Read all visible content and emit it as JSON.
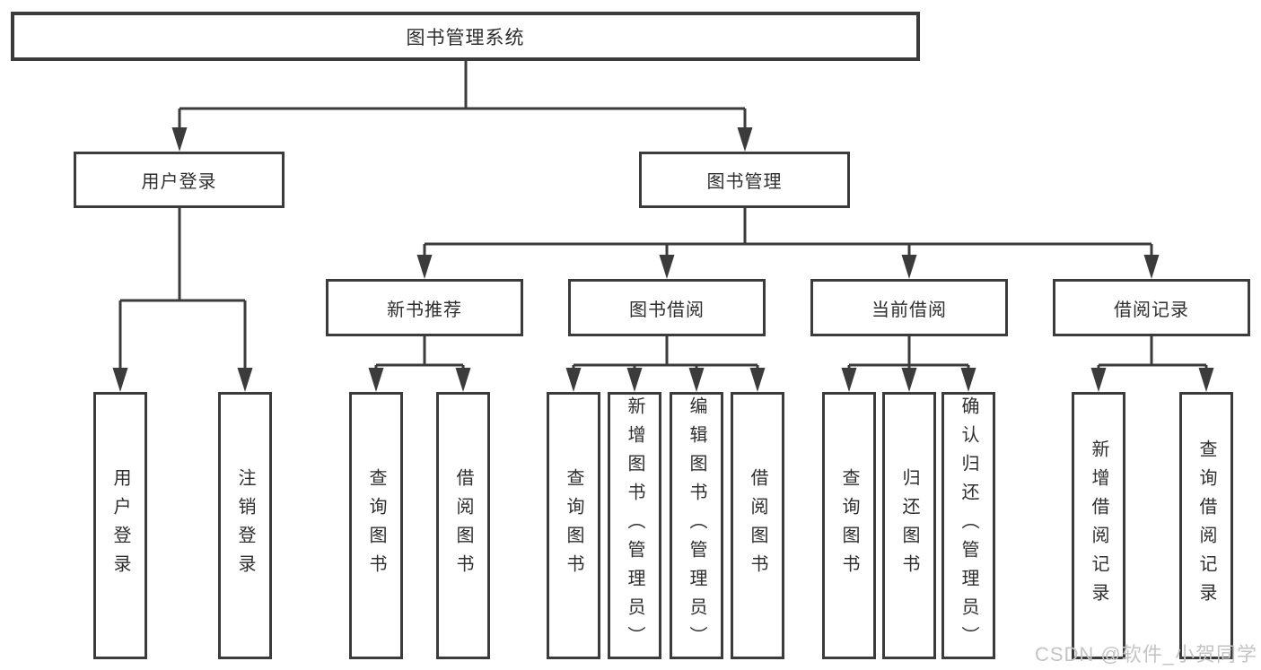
{
  "tree": {
    "label": "图书管理系统",
    "children": [
      {
        "label": "用户登录",
        "children": [
          {
            "label": "用户登录"
          },
          {
            "label": "注销登录"
          }
        ]
      },
      {
        "label": "图书管理",
        "children": [
          {
            "label": "新书推荐",
            "children": [
              {
                "label": "查询图书"
              },
              {
                "label": "借阅图书"
              }
            ]
          },
          {
            "label": "图书借阅",
            "children": [
              {
                "label": "查询图书"
              },
              {
                "label": "新增图书（管理员）"
              },
              {
                "label": "编辑图书（管理员）"
              },
              {
                "label": "借阅图书"
              }
            ]
          },
          {
            "label": "当前借阅",
            "children": [
              {
                "label": "查询图书"
              },
              {
                "label": "归还图书"
              },
              {
                "label": "确认归还（管理员）"
              }
            ]
          },
          {
            "label": "借阅记录",
            "children": [
              {
                "label": "新增借阅记录"
              },
              {
                "label": "查询借阅记录"
              }
            ]
          }
        ]
      }
    ]
  },
  "watermark": {
    "text": "CSDN @软件_小贺同学"
  },
  "colors": {
    "line": "#3b3b3b",
    "box_border": "#3b3b3b",
    "box_background": "#ffffff",
    "text": "#2e2e2e",
    "watermark": "#c4c4c4"
  }
}
